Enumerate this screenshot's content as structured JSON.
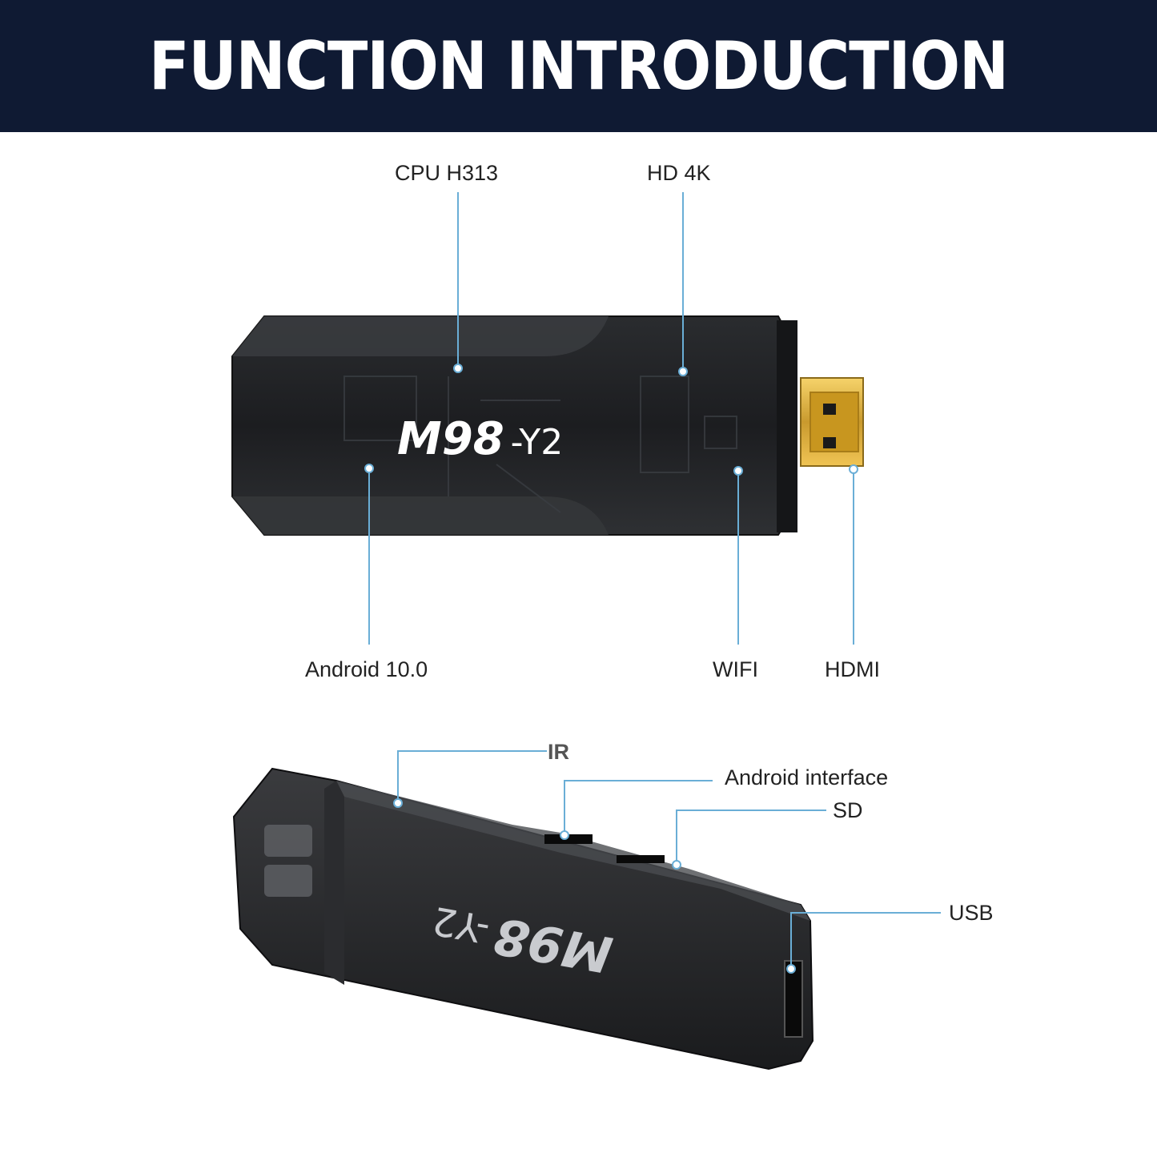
{
  "header": {
    "title": "FUNCTION INTRODUCTION",
    "background": "#0f1a33"
  },
  "accent_color": "#5fa8d3",
  "device": {
    "model": "M98",
    "suffix": "-Y2"
  },
  "top_view_callouts": {
    "cpu": "CPU H313",
    "hd": "HD 4K",
    "android": "Android 10.0",
    "wifi": "WIFI",
    "hdmi": "HDMI"
  },
  "bottom_view_callouts": {
    "ir": "IR",
    "android_interface": "Android interface",
    "sd": "SD",
    "usb": "USB"
  }
}
